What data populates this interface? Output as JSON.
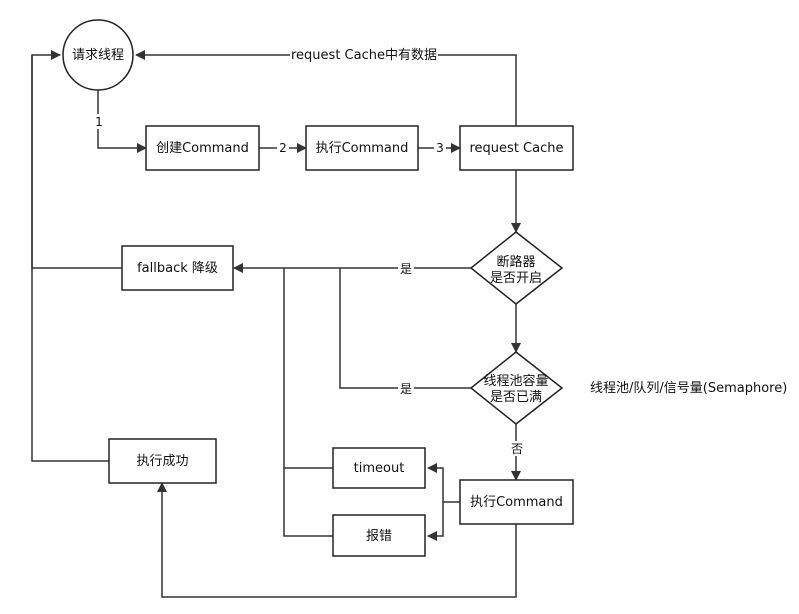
{
  "nodes": {
    "request_thread": "请求线程",
    "create_command": "创建Command",
    "execute_command_1": "执行Command",
    "request_cache": "request Cache",
    "circuit_breaker_line1": "断路器",
    "circuit_breaker_line2": "是否开启",
    "fallback": "fallback 降级",
    "threadpool_line1": "线程池容量",
    "threadpool_line2": "是否已满",
    "execute_success": "执行成功",
    "timeout": "timeout",
    "error": "报错",
    "execute_command_2": "执行Command"
  },
  "edge_labels": {
    "step1": "1",
    "step2": "2",
    "step3": "3",
    "cache_hit": "request Cache中有数据",
    "breaker_yes": "是",
    "pool_yes": "是",
    "pool_no": "否"
  },
  "annotation": "线程池/队列/信号量(Semaphore)"
}
